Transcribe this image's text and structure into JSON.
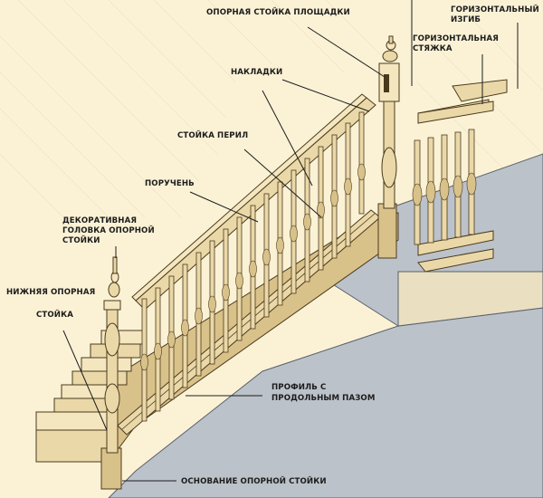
{
  "labels": {
    "newel_landing": "ОПОРНАЯ СТОЙКА ПЛОЩАДКИ",
    "horizontal_bend_1": "ГОРИЗОНТАЛЬНЫЙ",
    "horizontal_bend_2": "ИЗГИБ",
    "horizontal_tie_1": "ГОРИЗОНТАЛЬНАЯ",
    "horizontal_tie_2": "СТЯЖКА",
    "overlays": "НАКЛАДКИ",
    "baluster": "СТОЙКА ПЕРИЛ",
    "handrail": "ПОРУЧЕНЬ",
    "decorative_cap_1": "ДЕКОРАТИВНАЯ",
    "decorative_cap_2": "ГОЛОВКА ОПОРНОЙ",
    "decorative_cap_3": "СТОЙКИ",
    "lower_newel_1": "НИЖНЯЯ ОПОРНАЯ",
    "lower_newel_2": "СТОЙКА",
    "grooved_profile_1": "ПРОФИЛЬ С",
    "grooved_profile_2": "ПРОДОЛЬНЫМ ПАЗОМ",
    "newel_base": "ОСНОВАНИЕ ОПОРНОЙ СТОЙКИ"
  },
  "colors": {
    "background": "#fbf2d6",
    "wood": "#ead8a8",
    "floor": "#bcc2ca",
    "ink": "#1c1c1c"
  }
}
